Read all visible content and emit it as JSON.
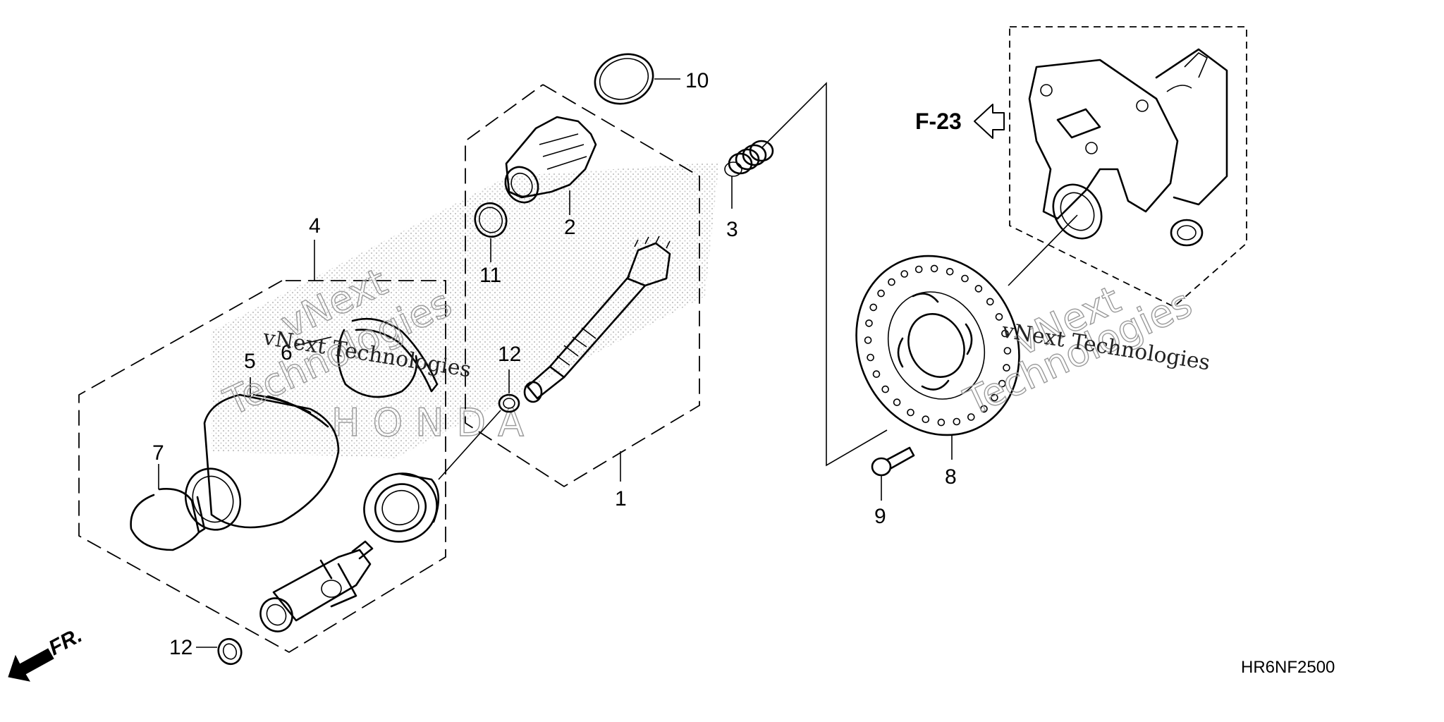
{
  "callouts": {
    "c1": "1",
    "c2": "2",
    "c3": "3",
    "c4": "4",
    "c5": "5",
    "c6": "6",
    "c7": "7",
    "c8": "8",
    "c9": "9",
    "c10": "10",
    "c11": "11",
    "c12a": "12",
    "c12b": "12"
  },
  "reference": {
    "label": "F-23"
  },
  "front": {
    "label": "FR."
  },
  "diagram_code": "HR6NF2500",
  "watermark": {
    "brand": "HONDA",
    "vnext": "vNext",
    "technologies": "Technologies",
    "full": "vNext Technologies"
  }
}
